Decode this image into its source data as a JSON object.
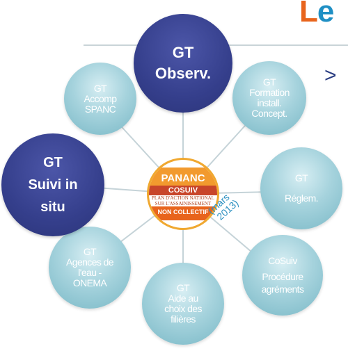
{
  "header": {
    "title_fragment_l": "L",
    "title_fragment_e": "e",
    "bullet": ">"
  },
  "center": {
    "top": "PANANC",
    "mid": "COSUIV",
    "sub1": "PLAN D'ACTION NATIONAL",
    "sub2": "SUR L'ASSAINISSEMENT",
    "bot": "NON COLLECTIF"
  },
  "date_note": {
    "line1": "(mars",
    "line2": "2013)"
  },
  "nodes": {
    "gt_observ": {
      "line1": "GT",
      "line2": "Observ."
    },
    "gt_formation": {
      "line1": "GT",
      "line2": "Formation",
      "line3": "install.",
      "line4": "Concept."
    },
    "gt_reglem": {
      "line1": "GT",
      "line2": "Réglem."
    },
    "cosuiv_procedure": {
      "line1": "CoSuiv",
      "line2": "Procédure",
      "line3": "agréments"
    },
    "gt_aide": {
      "line1": "GT",
      "line2": "Aide au",
      "line3": "choix des",
      "line4": "filières"
    },
    "gt_agences": {
      "line1": "GT",
      "line2": "Agences de",
      "line3": "l'eau -",
      "line4": "ONEMA"
    },
    "gt_suivi": {
      "line1": "GT",
      "line2": "Suivi in",
      "line3": "situ"
    },
    "gt_accomp": {
      "line1": "GT",
      "line2": "Accomp",
      "line3": "SPANC"
    }
  },
  "colors": {
    "dark_node": "#353f8c",
    "teal_node": "#a6d3dd",
    "title_l": "#e8641c",
    "title_e": "#1f8fc4"
  }
}
